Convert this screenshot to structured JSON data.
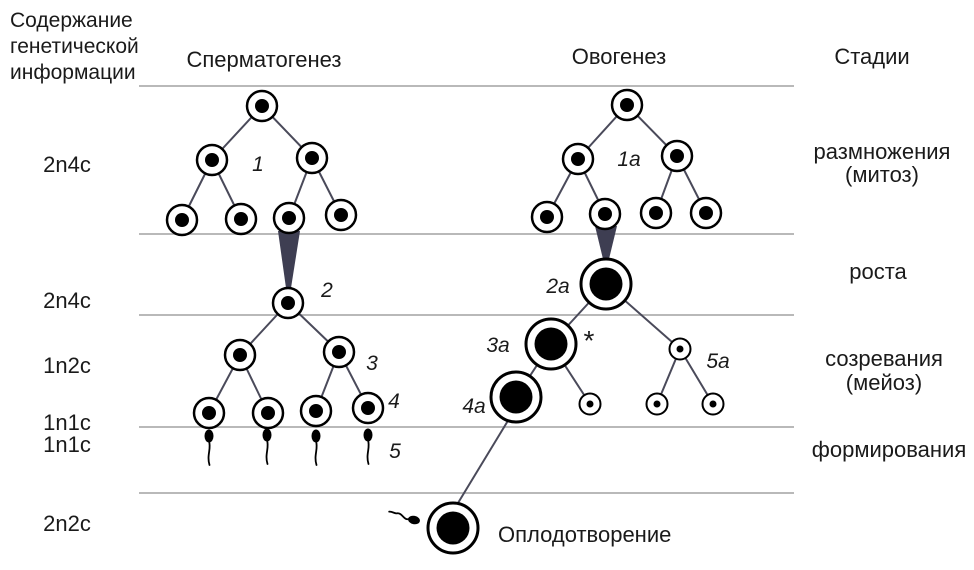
{
  "title_block": {
    "lines": [
      "Содержание",
      "генетической",
      "информации"
    ]
  },
  "columns": {
    "spermatogenesis": "Сперматогенез",
    "oogenesis": "Овогенез",
    "stages": "Стадии"
  },
  "dna_labels": [
    "2n4c",
    "2n4c",
    "1n2c",
    "1n1c",
    "1n1c",
    "2n2c"
  ],
  "stages": [
    {
      "line1": "размножения",
      "line2": "(митоз)"
    },
    {
      "line1": "роста",
      "line2": ""
    },
    {
      "line1": "созревания",
      "line2": "(мейоз)"
    },
    {
      "line1": "формирования",
      "line2": ""
    }
  ],
  "markers": {
    "s1": "1",
    "s2": "2",
    "s3": "3",
    "s4": "4",
    "s5": "5",
    "o1": "1а",
    "o2": "2а",
    "o3": "3а",
    "o4": "4а",
    "o5": "5а",
    "asterisk": "*"
  },
  "fertilization": {
    "label": "Оплодотворение"
  },
  "colors": {
    "edge": "#4a4a5a",
    "funnel": "#3e3e52",
    "stage_line": "#b9b9b9",
    "text": "#1a1a1a",
    "cell_stroke": "#000000",
    "cell_fill": "#ffffff",
    "nucleus": "#000000",
    "background": "#ffffff"
  }
}
